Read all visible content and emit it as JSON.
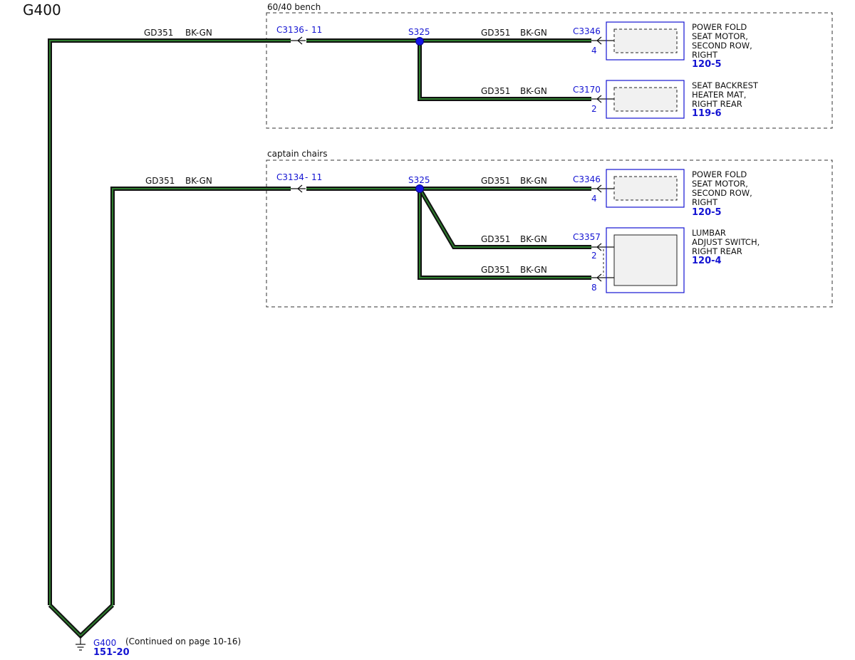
{
  "page": {
    "title": "G400"
  },
  "sections": {
    "bench": {
      "label": "60/40 bench",
      "feed_circuit": "GD351",
      "feed_color": "BK-GN",
      "inline_connector": "C3136",
      "inline_pin": "11",
      "splice": "S325",
      "branches": [
        {
          "circuit": "GD351",
          "color": "BK-GN",
          "connector": "C3346",
          "pin": "4",
          "device_lines": [
            "POWER FOLD",
            "SEAT MOTOR,",
            "SECOND ROW,",
            "RIGHT"
          ],
          "ref": "120-5"
        },
        {
          "circuit": "GD351",
          "color": "BK-GN",
          "connector": "C3170",
          "pin": "2",
          "device_lines": [
            "SEAT BACKREST",
            "HEATER MAT,",
            "RIGHT REAR"
          ],
          "ref": "119-6"
        }
      ]
    },
    "captain": {
      "label": "captain chairs",
      "feed_circuit": "GD351",
      "feed_color": "BK-GN",
      "inline_connector": "C3134",
      "inline_pin": "11",
      "splice": "S325",
      "branches": [
        {
          "circuit": "GD351",
          "color": "BK-GN",
          "connector": "C3346",
          "pin": "4",
          "device_lines": [
            "POWER FOLD",
            "SEAT MOTOR,",
            "SECOND ROW,",
            "RIGHT"
          ],
          "ref": "120-5"
        },
        {
          "circuit": "GD351",
          "color": "BK-GN",
          "connector": "C3357",
          "pin": "2",
          "device_lines": [
            "LUMBAR",
            "ADJUST SWITCH,",
            "RIGHT REAR"
          ],
          "ref": "120-4"
        },
        {
          "circuit": "GD351",
          "color": "BK-GN",
          "pin": "8"
        }
      ]
    }
  },
  "ground": {
    "name": "G400",
    "ref": "151-20",
    "note": "(Continued on page 10-16)"
  },
  "colors": {
    "wire_outline": "#111111",
    "wire_core": "#2e7d2e",
    "link_blue": "#1414d2",
    "splice_dot": "#1414e6"
  }
}
